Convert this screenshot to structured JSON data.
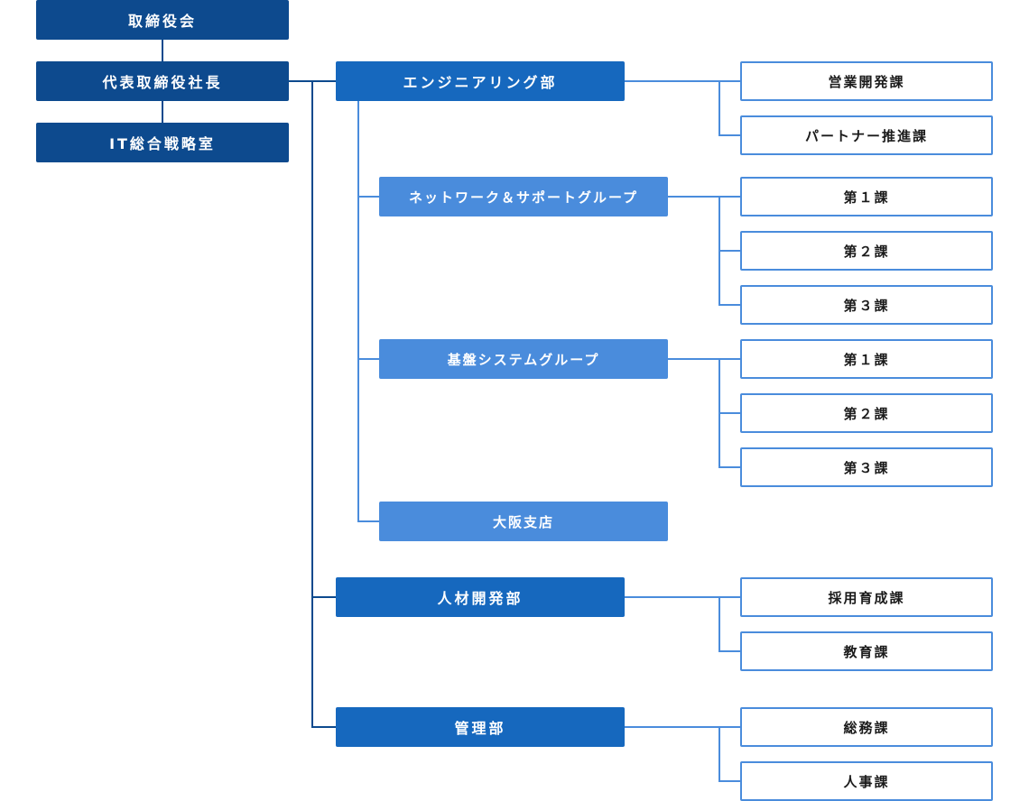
{
  "executive": {
    "board": "取締役会",
    "president": "代表取締役社長",
    "it_office": "IT総合戦略室"
  },
  "engineering": {
    "label": "エンジニアリング部",
    "sections": [
      "営業開発課",
      "パートナー推進課"
    ],
    "network_group": {
      "label": "ネットワーク＆サポートグループ",
      "sections": [
        "第１課",
        "第２課",
        "第３課"
      ]
    },
    "infra_group": {
      "label": "基盤システムグループ",
      "sections": [
        "第１課",
        "第２課",
        "第３課"
      ]
    },
    "osaka": "大阪支店"
  },
  "hr_dev": {
    "label": "人材開発部",
    "sections": [
      "採用育成課",
      "教育課"
    ]
  },
  "admin": {
    "label": "管理部",
    "sections": [
      "総務課",
      "人事課"
    ]
  },
  "colors": {
    "executive": "#0d4a8e",
    "department": "#1668be",
    "group": "#4a8cdc",
    "section_border": "#4a8cdc"
  }
}
